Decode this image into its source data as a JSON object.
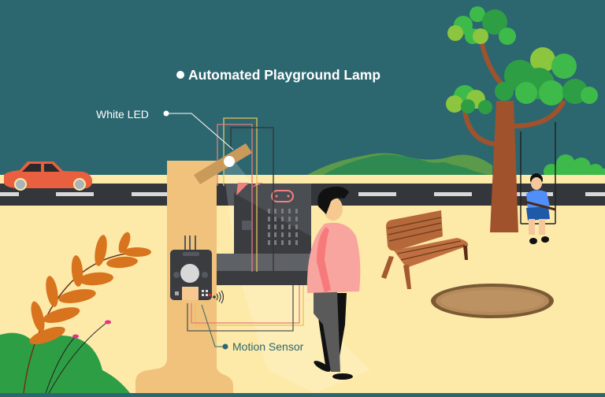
{
  "diagram": {
    "title": "Automated Playground Lamp",
    "callouts": [
      {
        "id": "white-led",
        "label": "White LED"
      },
      {
        "id": "motion-sensor",
        "label": "Motion Sensor"
      }
    ]
  },
  "colors": {
    "sky": "#2c6770",
    "ground": "#fde9a8",
    "road": "#33363b",
    "lamp_post": "#f0c27b",
    "lamp_arm": "#c99a5a",
    "car": "#e8603f",
    "tree_trunk": "#a0522d",
    "foliage_dark": "#2e9e45",
    "foliage_light": "#8cc63f",
    "controller_board": "#3a3c40",
    "wire_red": "#e87a7a",
    "wire_yellow": "#e8c35a",
    "wire_dark": "#4a4a4a",
    "shirt_pink": "#f7a59e",
    "sandpit": "#b48a5a"
  }
}
